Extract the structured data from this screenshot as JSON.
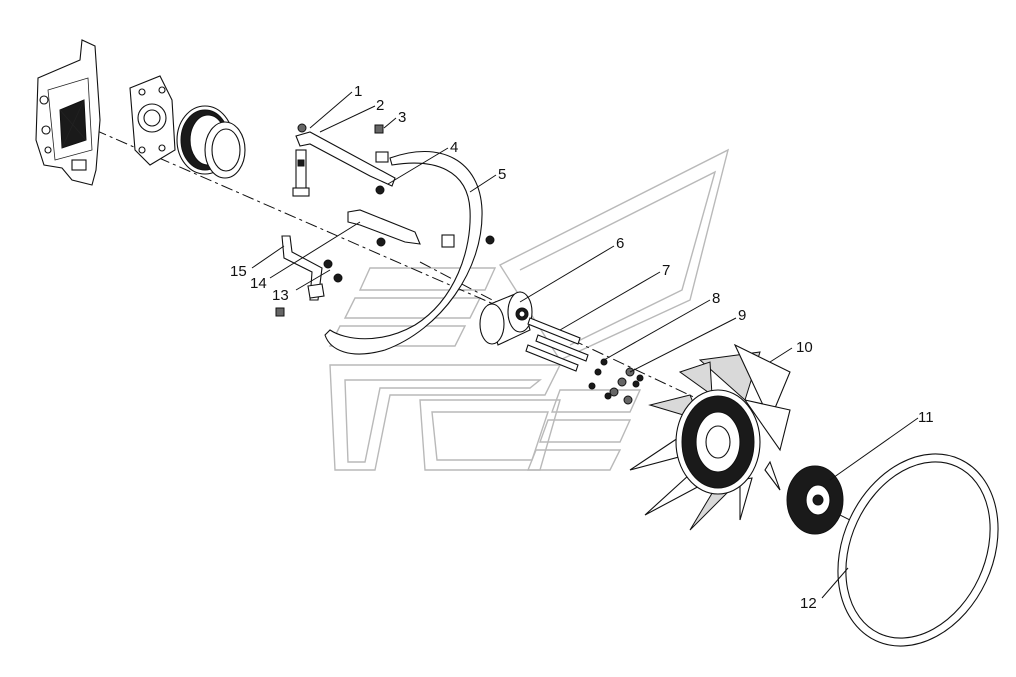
{
  "callouts": [
    {
      "id": "1",
      "label": "1"
    },
    {
      "id": "2",
      "label": "2"
    },
    {
      "id": "3",
      "label": "3"
    },
    {
      "id": "4",
      "label": "4"
    },
    {
      "id": "5",
      "label": "5"
    },
    {
      "id": "6",
      "label": "6"
    },
    {
      "id": "7",
      "label": "7"
    },
    {
      "id": "8",
      "label": "8"
    },
    {
      "id": "9",
      "label": "9"
    },
    {
      "id": "10",
      "label": "10"
    },
    {
      "id": "11",
      "label": "11"
    },
    {
      "id": "12",
      "label": "12"
    },
    {
      "id": "13",
      "label": "13"
    },
    {
      "id": "14",
      "label": "14"
    },
    {
      "id": "15",
      "label": "15"
    }
  ],
  "colors": {
    "line": "#111111",
    "watermark": "#b9b9b9",
    "background": "#ffffff"
  }
}
